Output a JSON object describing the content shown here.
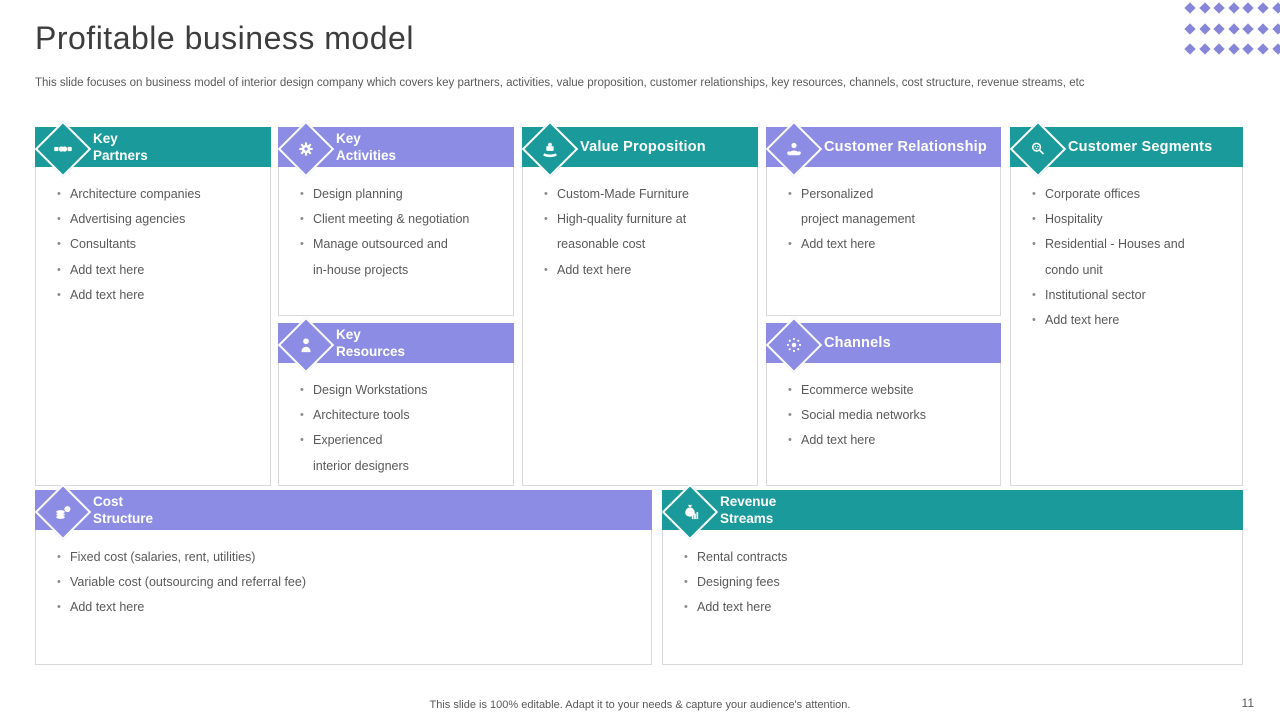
{
  "slide": {
    "title": "Profitable business model",
    "subtitle": "This slide focuses on business model of interior design company which covers key partners, activities, value proposition, customer relationships, key resources, channels, cost structure, revenue streams, etc",
    "footer_note": "This slide is 100% editable.  Adapt it to your needs & capture your audience's attention.",
    "page_number": "11"
  },
  "colors": {
    "teal_accent": "#1A9A9A",
    "purple_accent": "#8C8CE4",
    "dot_purple": "#8686D9",
    "body_text": "#595959",
    "box_border": "#D9D9D9"
  },
  "boxes": [
    {
      "name": "key-partners",
      "accent": "teal",
      "icon": "handshake-icon",
      "title_lines": [
        "Key",
        "Partners"
      ],
      "items": [
        "Architecture companies",
        "Advertising agencies",
        "Consultants",
        "Add text here",
        "Add text here"
      ]
    },
    {
      "name": "key-activities",
      "accent": "purple",
      "icon": "gear-icon",
      "title_lines": [
        "Key",
        "Activities"
      ],
      "items": [
        "Design planning",
        "Client meeting & negotiation",
        "Manage outsourced and\nin-house projects"
      ]
    },
    {
      "name": "key-resources",
      "accent": "purple",
      "icon": "person-icon",
      "title_lines": [
        "Key",
        "Resources"
      ],
      "items": [
        "Design Workstations",
        "Architecture tools",
        "Experienced\ninterior designers"
      ]
    },
    {
      "name": "value-proposition",
      "accent": "teal",
      "icon": "gift-in-hands-icon",
      "title_lines": [
        "Value Proposition"
      ],
      "items": [
        "Custom-Made Furniture",
        "High-quality furniture at\nreasonable cost",
        "Add text here"
      ]
    },
    {
      "name": "customer-relationship",
      "accent": "purple",
      "icon": "customer-person-icon",
      "title_lines": [
        "Customer Relationship"
      ],
      "items": [
        "Personalized\nproject management",
        "Add text here"
      ]
    },
    {
      "name": "channels",
      "accent": "purple",
      "icon": "network-dots-icon",
      "title_lines": [
        "Channels"
      ],
      "items": [
        "Ecommerce website",
        "Social media networks",
        "Add text here"
      ]
    },
    {
      "name": "customer-segments",
      "accent": "teal",
      "icon": "people-search-icon",
      "title_lines": [
        "Customer Segments"
      ],
      "items": [
        "Corporate offices",
        "Hospitality",
        "Residential - Houses and\ncondo unit",
        "Institutional sector",
        "Add text here"
      ]
    },
    {
      "name": "cost-structure",
      "accent": "purple",
      "icon": "coins-icon",
      "title_lines": [
        "Cost",
        "Structure"
      ],
      "items": [
        "Fixed cost (salaries, rent, utilities)",
        "Variable cost (outsourcing and referral fee)",
        "Add text here"
      ]
    },
    {
      "name": "revenue-streams",
      "accent": "teal",
      "icon": "money-bag-chart-icon",
      "title_lines": [
        "Revenue",
        "Streams"
      ],
      "items": [
        "Rental contracts",
        "Designing fees",
        "Add text here"
      ]
    }
  ]
}
